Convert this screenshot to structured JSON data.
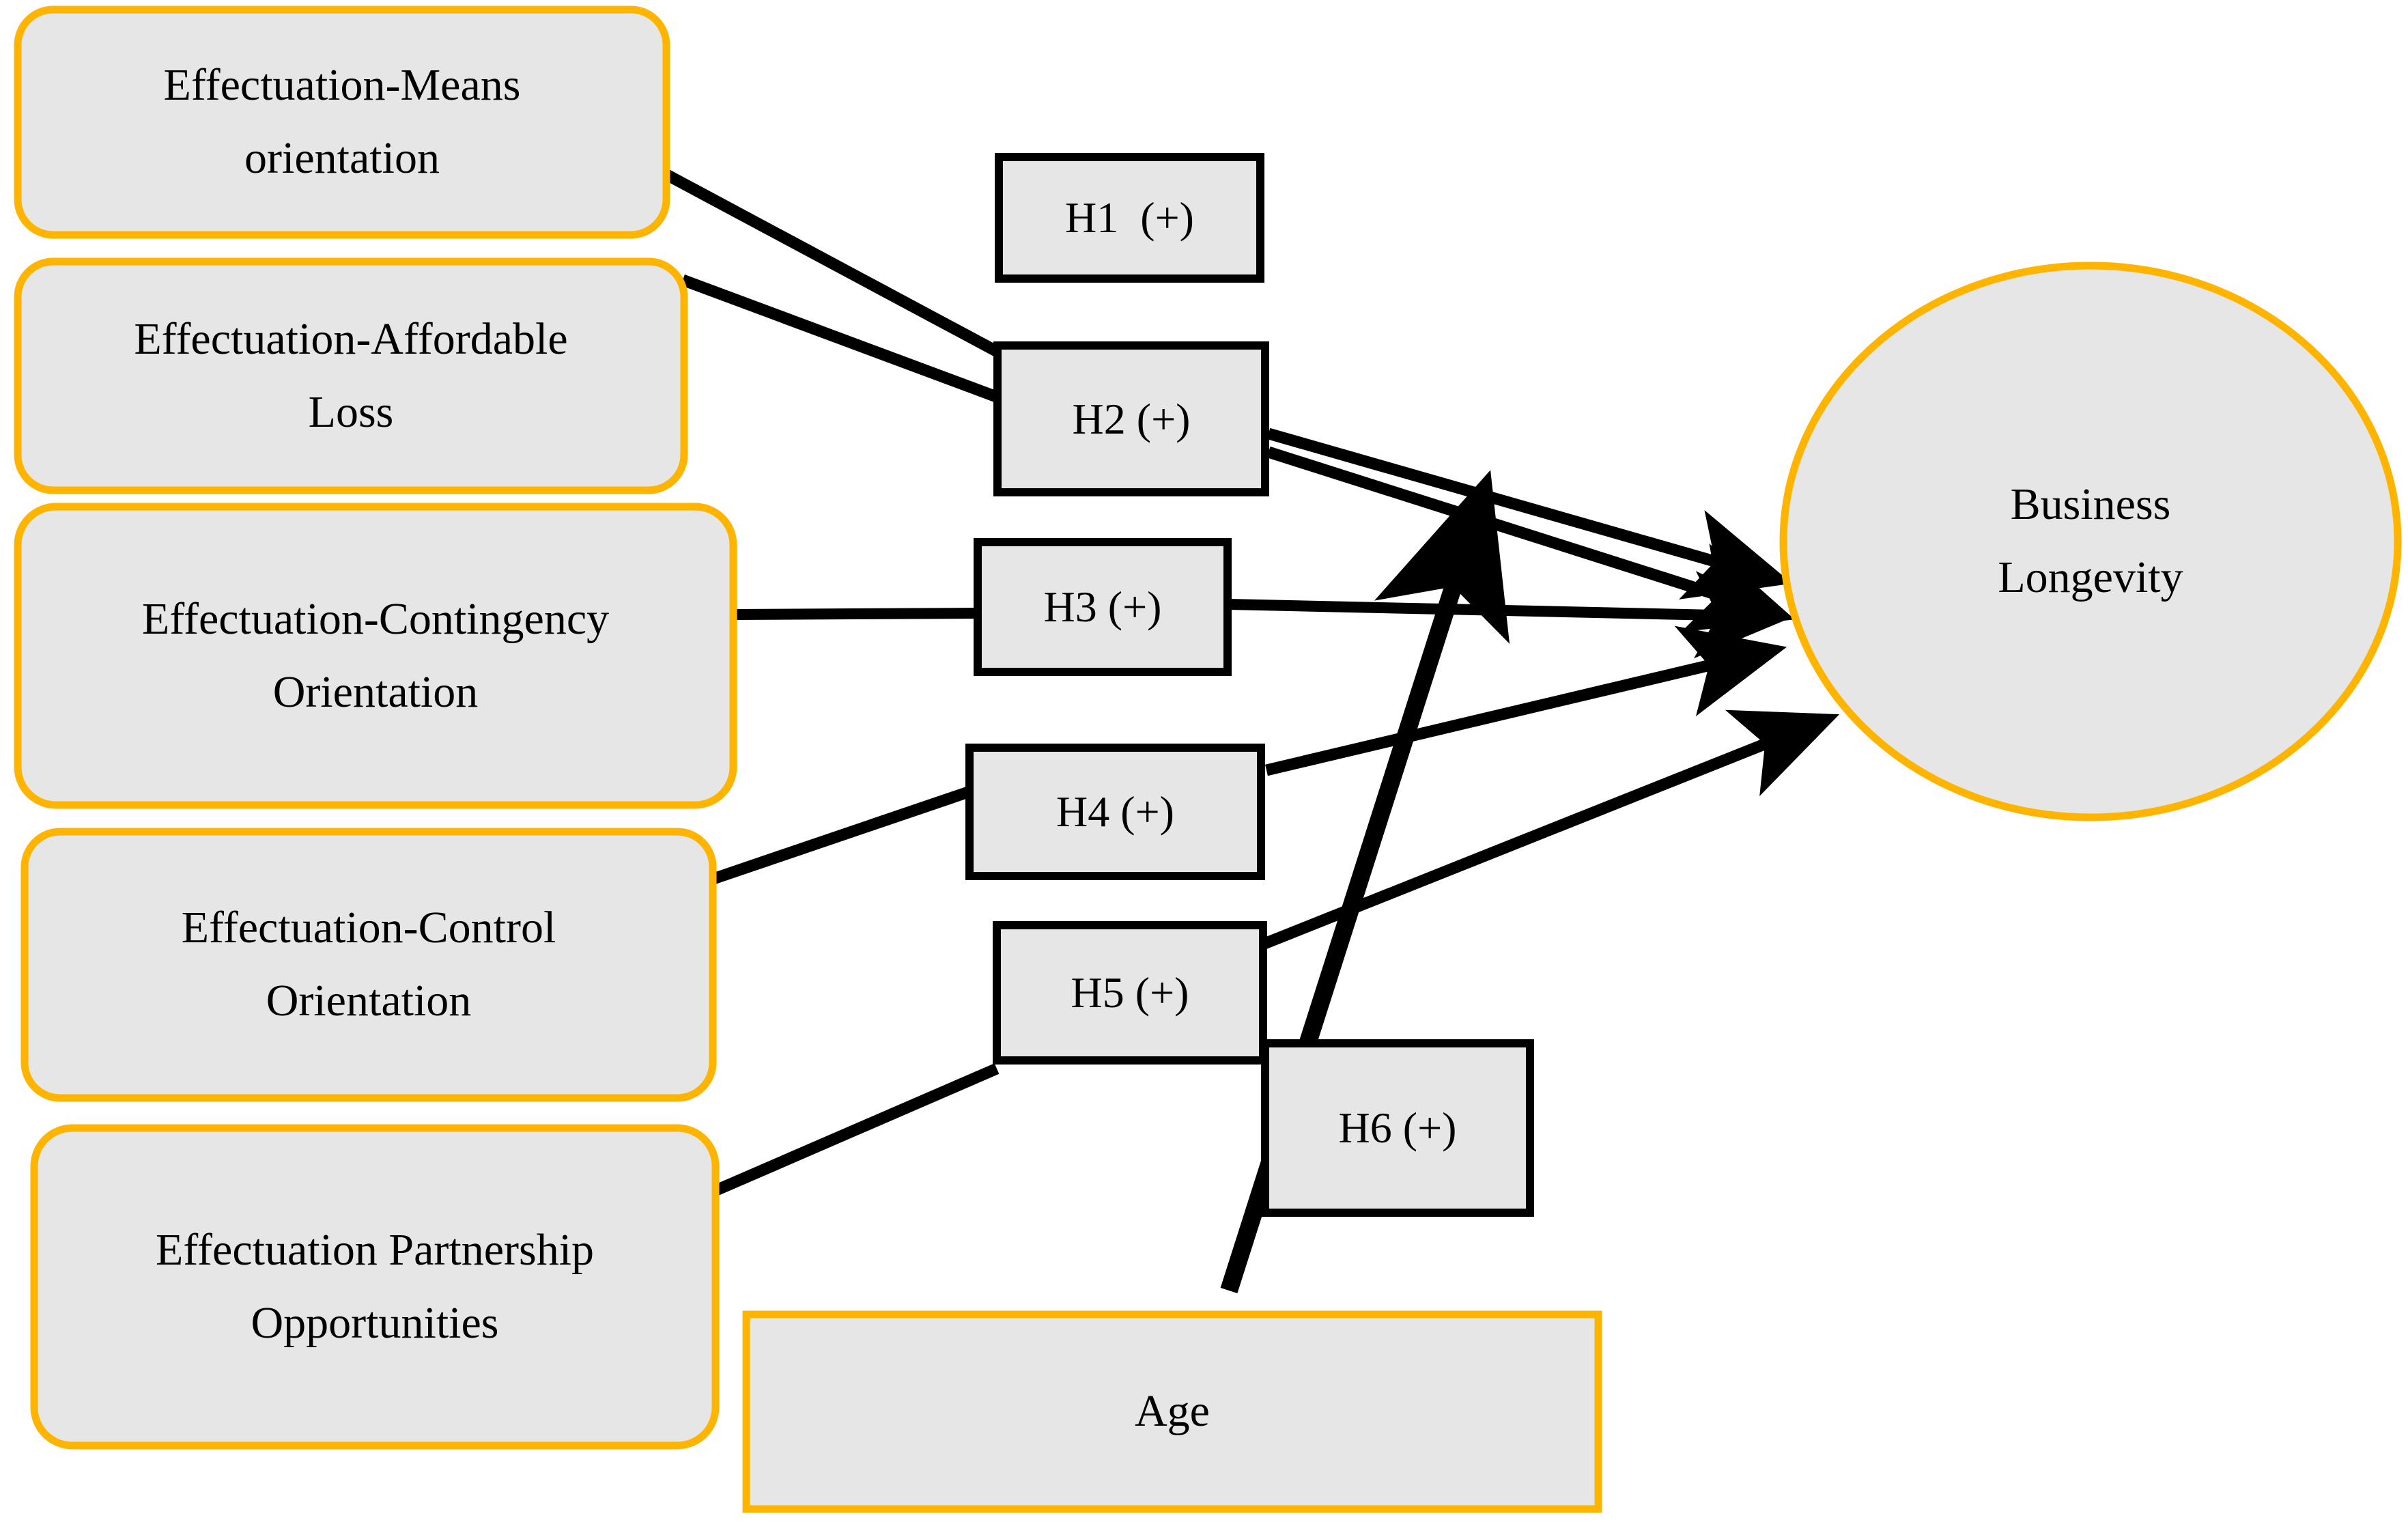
{
  "diagram": {
    "title": "Effectuation dimensions and business longevity conceptual model",
    "type": "conceptual-path-model",
    "colors": {
      "node_border": "#FFB400",
      "node_fill": "#E6E6E6",
      "hypothesis_border": "#000000",
      "hypothesis_fill": "#E6E6E6",
      "path_line": "#000000",
      "background": "#FFFFFF"
    }
  },
  "constructs": [
    {
      "id": "means",
      "line1": "Effectuation-Means",
      "line2": "orientation"
    },
    {
      "id": "affordable",
      "line1": "Effectuation-Affordable",
      "line2": "Loss"
    },
    {
      "id": "contingency",
      "line1": "Effectuation-Contingency",
      "line2": "Orientation"
    },
    {
      "id": "control",
      "line1": "Effectuation-Control",
      "line2": "Orientation"
    },
    {
      "id": "partnership",
      "line1": "Effectuation Partnership",
      "line2": "Opportunities"
    }
  ],
  "hypotheses": [
    {
      "id": "h1",
      "label": "H1  (+)"
    },
    {
      "id": "h2",
      "label": "H2 (+)"
    },
    {
      "id": "h3",
      "label": "H3 (+)"
    },
    {
      "id": "h4",
      "label": "H4 (+)"
    },
    {
      "id": "h5",
      "label": "H5 (+)"
    },
    {
      "id": "h6",
      "label": "H6 (+)"
    }
  ],
  "outcome": {
    "id": "business-longevity",
    "line1": "Business",
    "line2": "Longevity"
  },
  "moderator": {
    "id": "age",
    "label": "Age"
  }
}
